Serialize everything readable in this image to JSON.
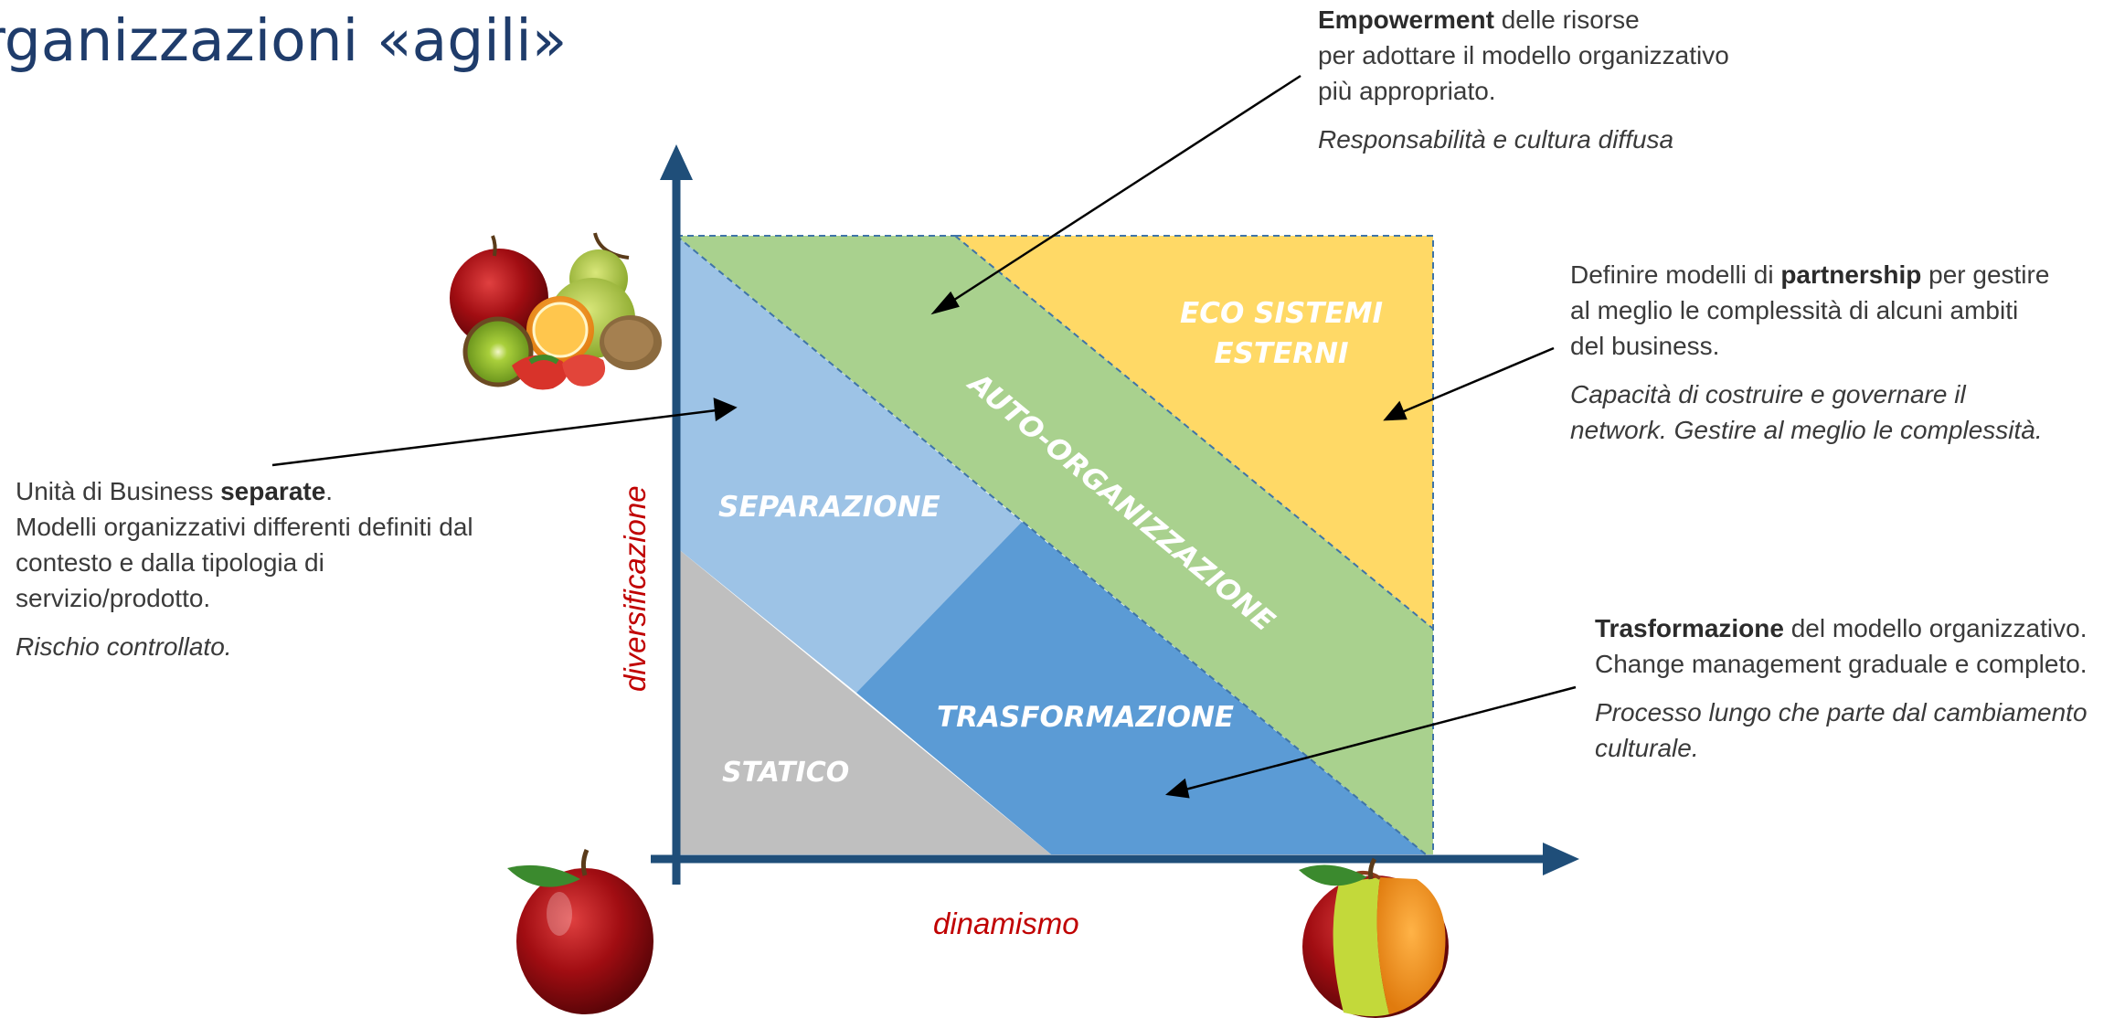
{
  "title": "rganizzazioni «agili»",
  "axes": {
    "x_label": "dinamismo",
    "y_label": "diversificazione"
  },
  "zones": {
    "statico": "STATICO",
    "separazione": "SEPARAZIONE",
    "trasformazione": "TRASFORMAZIONE",
    "auto": "AUTO-ORGANIZZAZIONE",
    "eco_line1": "ECO SISTEMI",
    "eco_line2": "ESTERNI"
  },
  "colors": {
    "statico": "#bfbfbf",
    "separazione": "#9dc3e6",
    "trasformazione": "#5b9bd5",
    "auto_organizzazione": "#a9d18e",
    "eco_sistemi": "#ffd966",
    "axis": "#1f4e79",
    "axis_label": "#c00000"
  },
  "notes": {
    "empowerment": {
      "bold": "Empowerment",
      "rest": " delle risorse",
      "line2": "per adottare il modello organizzativo",
      "line3": "più appropriato.",
      "italic": "Responsabilità e cultura diffusa"
    },
    "partnership": {
      "pre": "Definire modelli di ",
      "bold": "partnership",
      "post": " per gestire",
      "line2": "al meglio le complessità di alcuni ambiti",
      "line3": "del business.",
      "italic1": "Capacità di costruire e governare il",
      "italic2": "network. Gestire al meglio le complessità."
    },
    "separate": {
      "pre": "Unità di Business ",
      "bold": "separate",
      "post": ".",
      "line2": "Modelli organizzativi  differenti definiti dal",
      "line3": "contesto e dalla tipologia di",
      "line4": "servizio/prodotto.",
      "italic": "Rischio controllato."
    },
    "trasformazione": {
      "bold": "Trasformazione",
      "rest": " del modello organizzativo.",
      "line2": "Change management graduale e completo.",
      "italic1": "Processo lungo che parte dal cambiamento",
      "italic2": "culturale."
    }
  },
  "images": [
    "fruit-basket-image",
    "red-apple-image",
    "mixed-apple-image"
  ]
}
